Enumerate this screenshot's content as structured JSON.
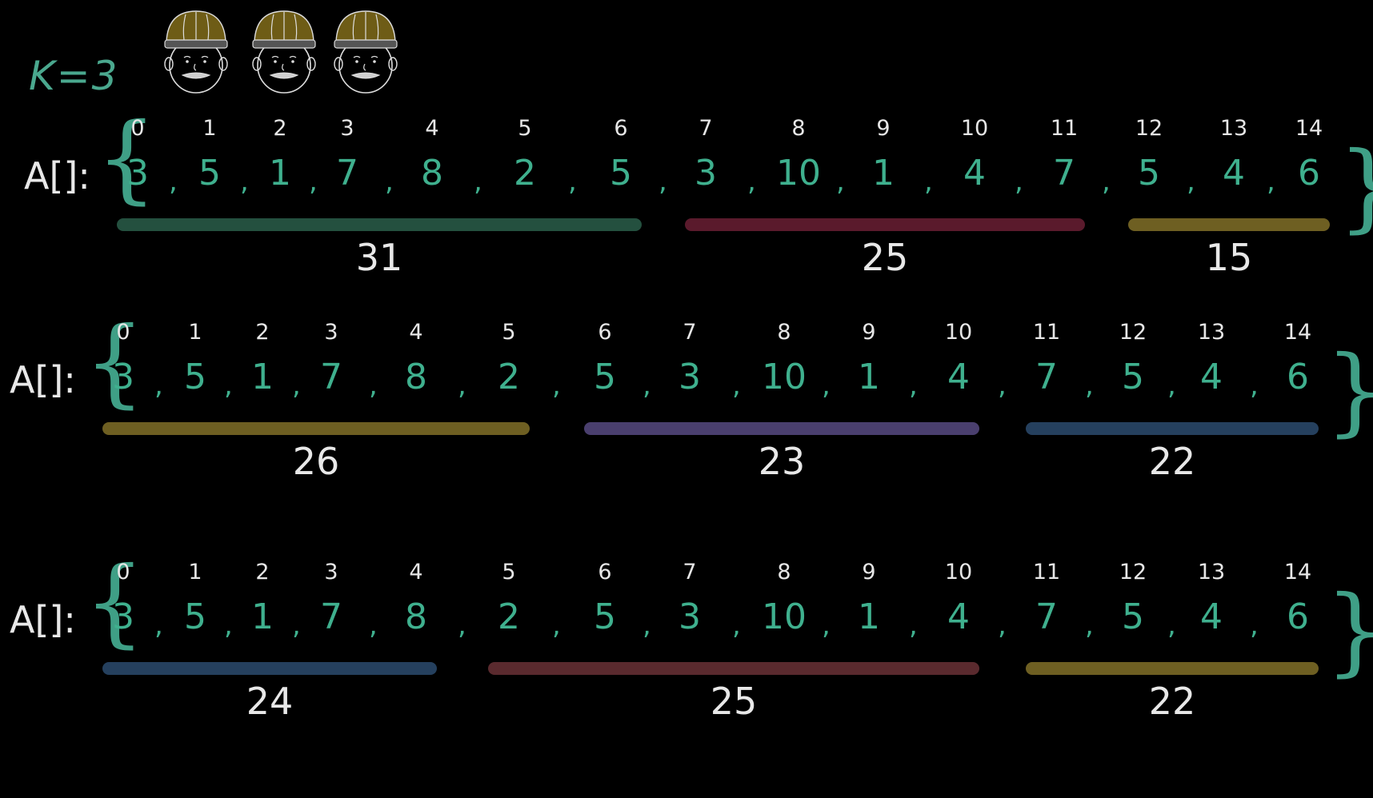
{
  "k_label": "K=3",
  "workers": [
    {
      "icon": "worker-helmet-icon"
    },
    {
      "icon": "worker-helmet-icon"
    },
    {
      "icon": "worker-helmet-icon"
    }
  ],
  "array_label": "A[]:",
  "indices": [
    "0",
    "1",
    "2",
    "3",
    "4",
    "5",
    "6",
    "7",
    "8",
    "9",
    "10",
    "11",
    "12",
    "13",
    "14"
  ],
  "values": [
    "3",
    "5",
    "1",
    "7",
    "8",
    "2",
    "5",
    "3",
    "10",
    "1",
    "4",
    "7",
    "5",
    "4",
    "6"
  ],
  "partitions": [
    {
      "segments": [
        {
          "start": 0,
          "end": 6,
          "sum": "31",
          "color": "#24503f"
        },
        {
          "start": 7,
          "end": 11,
          "sum": "25",
          "color": "#5a1a2c"
        },
        {
          "start": 12,
          "end": 14,
          "sum": "15",
          "color": "#6e5f22"
        }
      ]
    },
    {
      "segments": [
        {
          "start": 0,
          "end": 5,
          "sum": "26",
          "color": "#6e5f22"
        },
        {
          "start": 6,
          "end": 10,
          "sum": "23",
          "color": "#4a3f6e"
        },
        {
          "start": 11,
          "end": 14,
          "sum": "22",
          "color": "#25405e"
        }
      ]
    },
    {
      "segments": [
        {
          "start": 0,
          "end": 4,
          "sum": "24",
          "color": "#25405e"
        },
        {
          "start": 5,
          "end": 10,
          "sum": "25",
          "color": "#5a2a2e"
        },
        {
          "start": 11,
          "end": 14,
          "sum": "22",
          "color": "#6e5f22"
        }
      ]
    }
  ]
}
